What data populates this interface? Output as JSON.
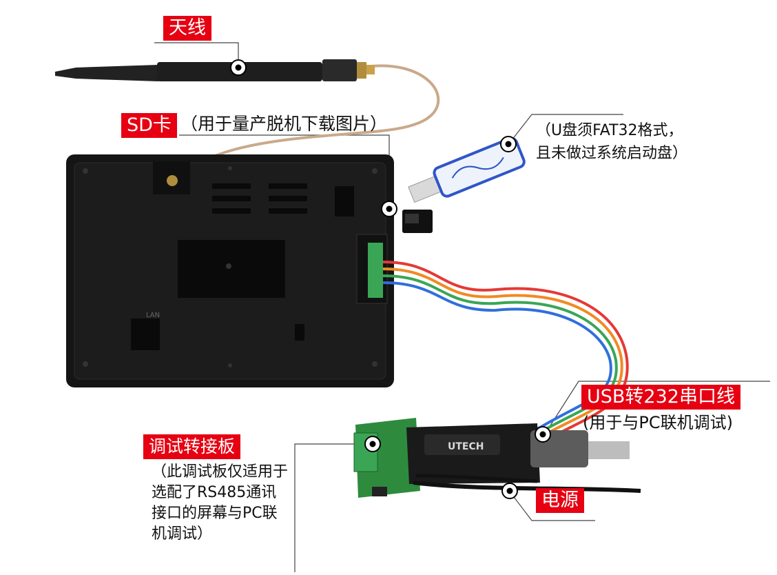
{
  "labels": {
    "antenna": "天线",
    "sd_card": "SD卡",
    "sd_card_note": "（用于量产脱机下载图片）",
    "usb_note_line1": "（U盘须FAT32格式，",
    "usb_note_line2": "且未做过系统启动盘）",
    "usb232": "USB转232串口线",
    "usb232_note": "(用于与PC联机调试)",
    "debug_board": "调试转接板",
    "debug_board_note": "（此调试板仅适用于选配了RS485通讯接口的屏幕与PC联机调试）",
    "power": "电源"
  },
  "device_text": {
    "lan": "LAN",
    "adapter_brand": "UTECH"
  },
  "colors": {
    "tag_red": "#e60012",
    "device_black": "#151515",
    "wire_red": "#e53935",
    "wire_orange": "#f08a24",
    "wire_green": "#3aa655",
    "wire_blue": "#2f6fdc",
    "board_green": "#2e8b3e"
  },
  "icons": [
    "antenna-icon",
    "usb-drive-icon",
    "sd-card-icon",
    "hmi-panel-icon",
    "adapter-board-icon",
    "usb232-cable-icon",
    "callout-dot-icon"
  ]
}
